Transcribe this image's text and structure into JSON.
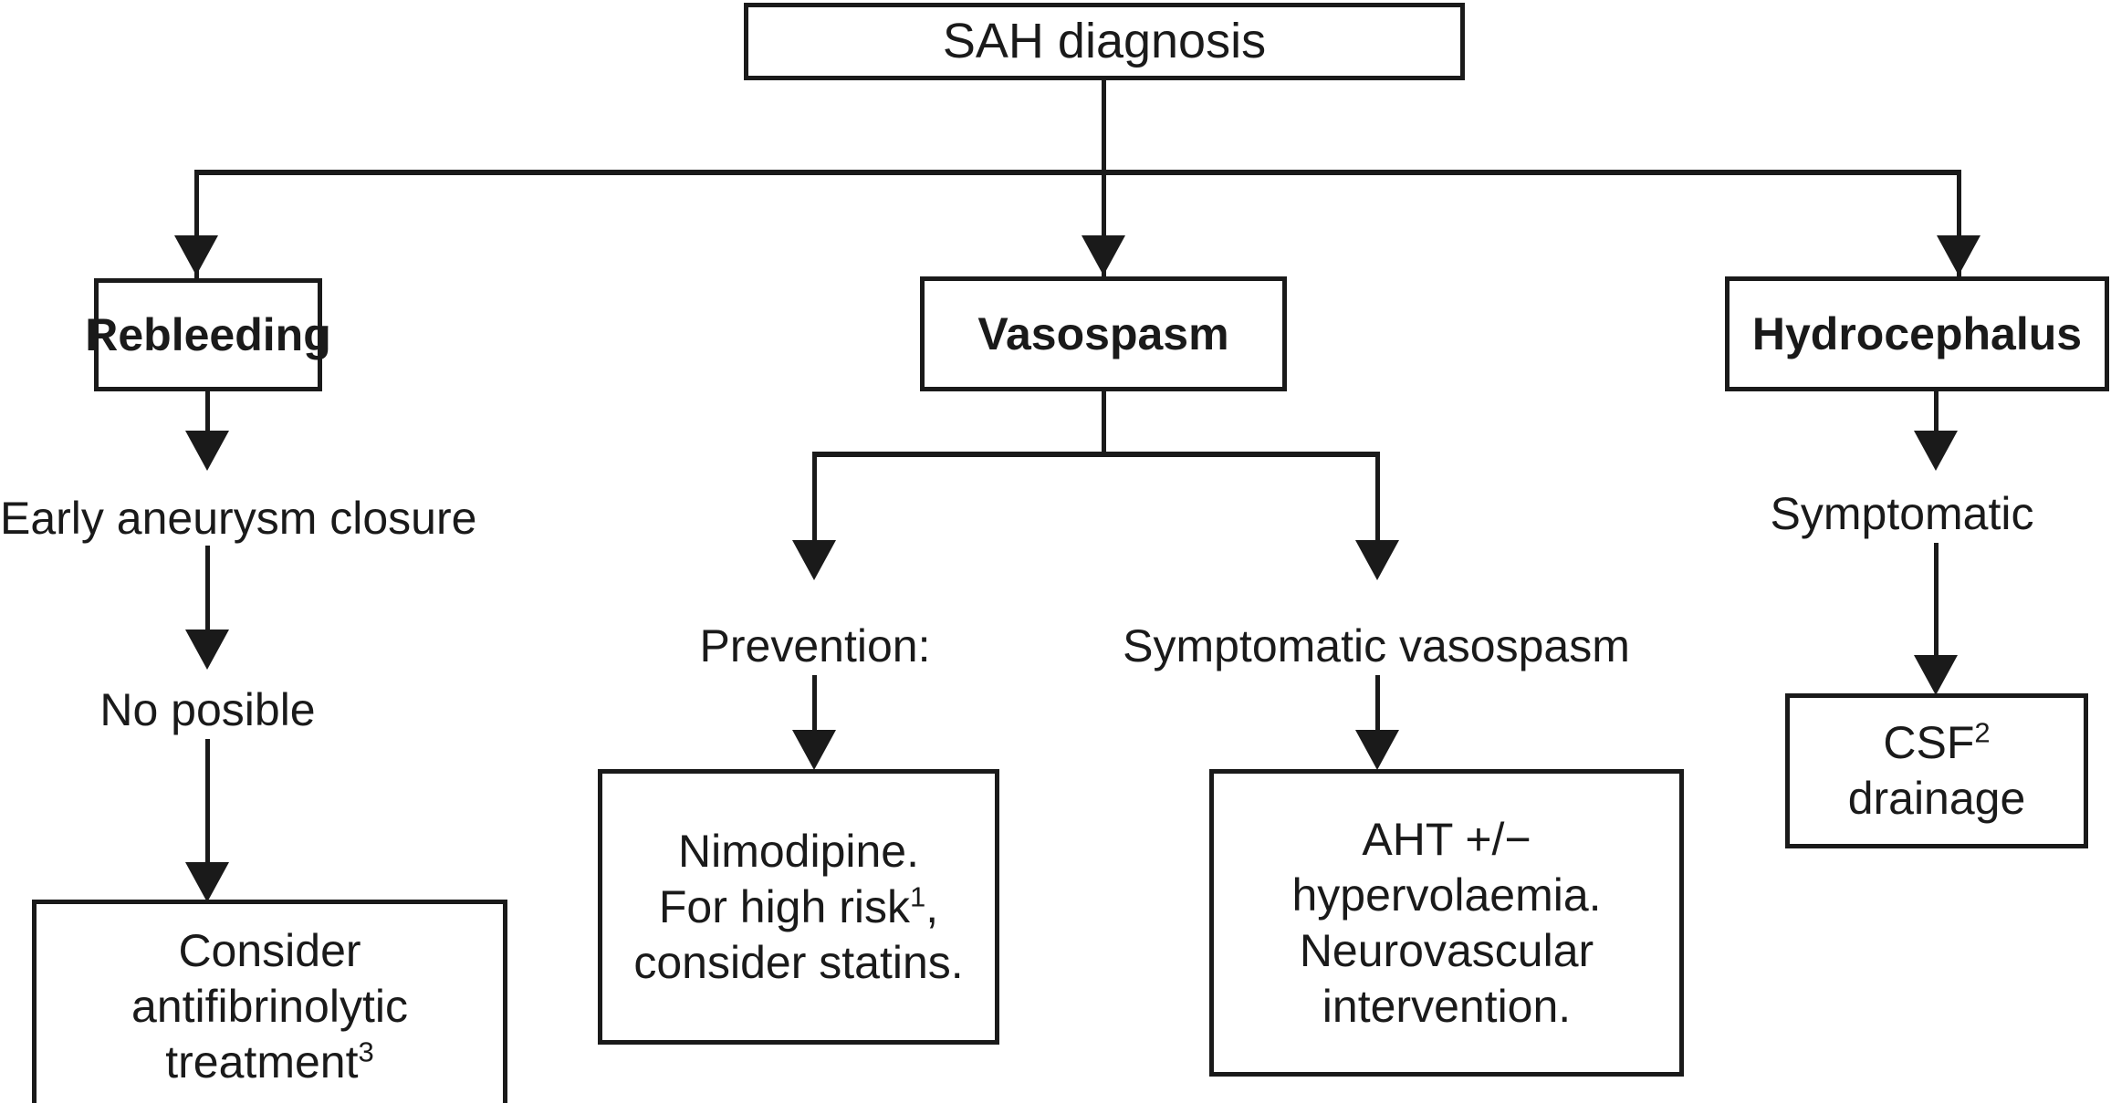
{
  "diagram": {
    "title_node": {
      "label": "SAH diagnosis"
    },
    "branches": [
      {
        "id": "rebleeding",
        "header": "Rebleeding",
        "step1": "Early aneurysm closure",
        "step2": "No posible",
        "outcome_line1": "Consider",
        "outcome_line2": "antifibrinolytic",
        "outcome_line3": "treatment",
        "outcome_superscript": "3"
      },
      {
        "id": "vasospasm",
        "header": "Vasospasm",
        "left_label": "Prevention:",
        "right_label": "Symptomatic vasospasm",
        "left_box_line1": "Nimodipine.",
        "left_box_line2a": "For high risk",
        "left_box_line2_superscript": "1",
        "left_box_line2b": ",",
        "left_box_line3": "consider statins.",
        "right_box_line1": "AHT +/−",
        "right_box_line2": "hypervolaemia.",
        "right_box_line3": "Neurovascular",
        "right_box_line4": "intervention."
      },
      {
        "id": "hydrocephalus",
        "header": "Hydrocephalus",
        "step1": "Symptomatic",
        "outcome_line1": "CSF",
        "outcome_superscript": "2",
        "outcome_line2": "drainage"
      }
    ],
    "colors": {
      "stroke": "#1a1a1a",
      "background": "#ffffff"
    }
  }
}
